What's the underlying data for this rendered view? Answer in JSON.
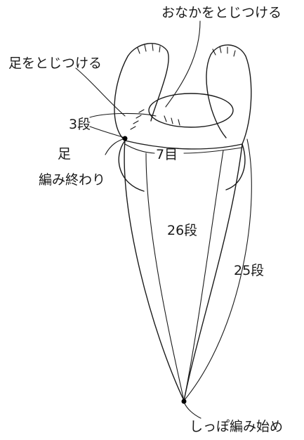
{
  "labels": {
    "belly_attach": "おなかをとじつける",
    "foot_attach": "足をとじつける",
    "rows_3": "3段",
    "foot_label": "足",
    "foot_end": "編み終わり",
    "stitches_7": "7目",
    "rows_26": "26段",
    "rows_25": "25段",
    "tail_start": "しっぽ編み始め"
  },
  "colors": {
    "ink": "#1a1a1a",
    "background": "#ffffff"
  }
}
